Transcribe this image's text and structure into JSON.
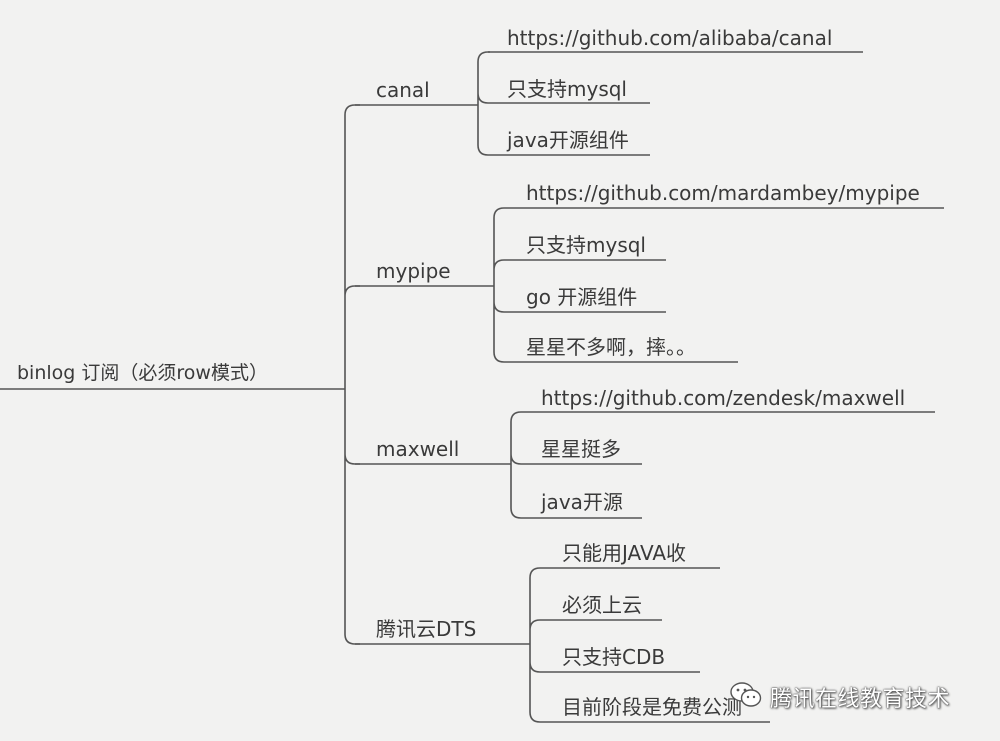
{
  "root": {
    "label": "binlog 订阅（必须row模式）"
  },
  "branches": [
    {
      "label": "canal",
      "items": [
        "https://github.com/alibaba/canal",
        "只支持mysql",
        "java开源组件"
      ]
    },
    {
      "label": "mypipe",
      "items": [
        "https://github.com/mardambey/mypipe",
        "只支持mysql",
        "go 开源组件",
        "星星不多啊，摔。。"
      ]
    },
    {
      "label": "maxwell",
      "items": [
        "https://github.com/zendesk/maxwell",
        "星星挺多",
        "java开源"
      ]
    },
    {
      "label": "腾讯云DTS",
      "items": [
        "只能用JAVA收",
        "必须上云",
        "只支持CDB",
        "目前阶段是免费公测"
      ]
    }
  ],
  "watermark": {
    "text": "腾讯在线教育技术",
    "icon": "wechat-icon"
  },
  "colors": {
    "background": "#f2f2f1",
    "line": "#555555",
    "text": "#3a3a3a"
  }
}
